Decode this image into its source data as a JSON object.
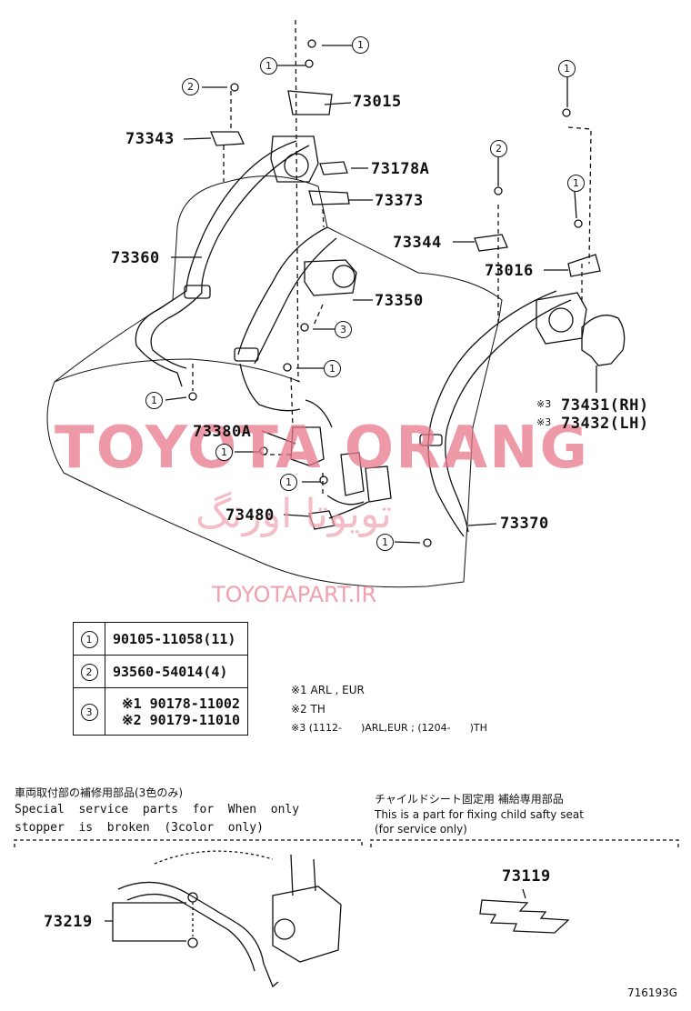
{
  "part_numbers": {
    "p73015": "73015",
    "p73343": "73343",
    "p73178A": "73178A",
    "p73373": "73373",
    "p73344": "73344",
    "p73360": "73360",
    "p73016": "73016",
    "p73350": "73350",
    "p73431": "73431(RH)",
    "p73432": "73432(LH)",
    "p73380A": "73380A",
    "p73480": "73480",
    "p73370": "73370",
    "p73219": "73219",
    "p73119": "73119"
  },
  "callout_marks": {
    "one": "1",
    "two": "2",
    "three": "3",
    "note3": "※3"
  },
  "watermark": {
    "brand": "TOYOTA ORANG",
    "arabic": "تویوتا اورنگ",
    "url": "TOYOTAPART.IR"
  },
  "legend": {
    "row1_mark": "1",
    "row1_part": "90105-11058(11)",
    "row2_mark": "2",
    "row2_part": "93560-54014(4)",
    "row3_mark": "3",
    "row3_line1": "※1 90178-11002",
    "row3_line2": "※2 90179-11010"
  },
  "notes": {
    "n1": "※1 ARL , EUR",
    "n2": "※2 TH",
    "n3": "※3 (1112-      )ARL,EUR ; (1204-      )TH"
  },
  "sections": {
    "left_jp": "車両取付部の補修用部品(3色のみ)",
    "left_en1": "Special  service  parts  for  When  only",
    "left_en2": "stopper  is  broken  (3color  only)",
    "right_jp": "チャイルドシート固定用 補給専用部品",
    "right_en1": "This is a part for fixing child safty seat",
    "right_en2": "(for service only)"
  },
  "illustration_code": "716193G"
}
